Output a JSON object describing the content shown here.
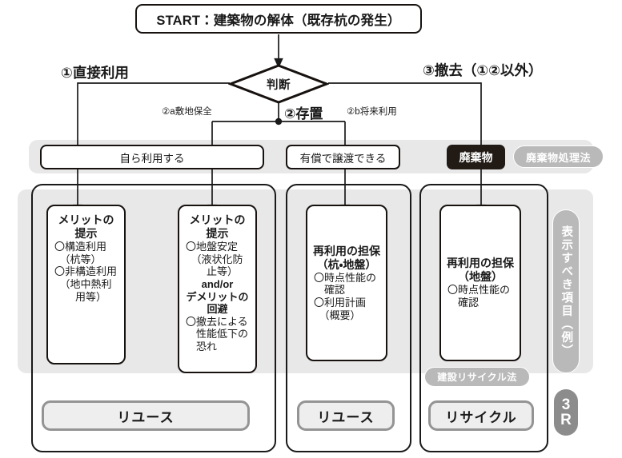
{
  "diagram": {
    "start": {
      "label": "START：建築物の解体（既存杭の発生）"
    },
    "decision": {
      "label": "判断"
    },
    "branches": {
      "left": "①直接利用",
      "right": "③撤去（①②以外）",
      "middle": "②存置",
      "middle_a": "②a敷地保全",
      "middle_b": "②b将来利用"
    },
    "routes": [
      {
        "label": "自ら利用する"
      },
      {
        "label": "有償で譲渡できる"
      },
      {
        "label": "廃棄物"
      }
    ],
    "laws": {
      "waste": "廃棄物処理法",
      "recycle": "建設リサイクル法"
    },
    "cards": [
      {
        "title": "メリットの\n提示",
        "items": "〇構造利用\n　（杭等）\n〇非構造利用\n　（地中熱利\n　　用等）",
        "mid": "",
        "items2": ""
      },
      {
        "title": "メリットの\n提示",
        "items": "〇地盤安定\n　（液状化防\n　　止等）",
        "mid": "and/or\nデメリットの\n回避",
        "items2": "〇撤去による\n　性能低下の\n　恐れ"
      },
      {
        "title": "再利用の担保\n（杭・地盤）",
        "items": "〇時点性能の\n　確認\n〇利用計画\n　（概要）",
        "mid": "",
        "items2": ""
      },
      {
        "title": "再利用の担保\n（地盤）",
        "items": "〇時点性能の\n　確認",
        "mid": "",
        "items2": ""
      }
    ],
    "outcomes": [
      {
        "label": "リユース"
      },
      {
        "label": "リユース"
      },
      {
        "label": "リサイクル"
      }
    ],
    "side": {
      "vertical_label": "表示すべき項目（例）",
      "badge_line1": "3",
      "badge_line2": "R"
    },
    "colors": {
      "ink": "#1a1a1a",
      "band_gray": "#e8e8e8",
      "pill_gray": "#b9b9b9",
      "badge_gray": "#8c8c8c",
      "outcome_fill": "#eeeeee",
      "outcome_border": "#949494",
      "waste_dark": "#221a15"
    }
  }
}
